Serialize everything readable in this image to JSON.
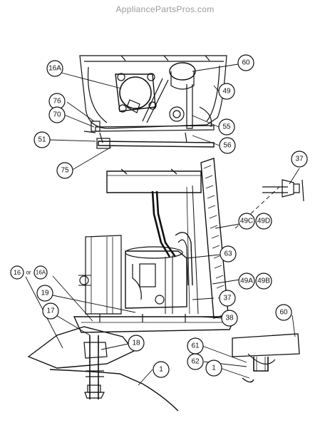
{
  "watermark": "AppliancePartsPros.com",
  "labels": {
    "l16a_top": "16A",
    "l60_top": "60",
    "l49": "49",
    "l76": "76",
    "l70": "70",
    "l55": "55",
    "l51": "51",
    "l56": "56",
    "l75": "75",
    "l37_right": "37",
    "l49c": "49C",
    "l49d": "49D",
    "l63": "63",
    "l16": "16",
    "l_or": "or",
    "l16a_left": "16A",
    "l49a": "49A",
    "l49b": "49B",
    "l19": "19",
    "l37_bottom": "37",
    "l38": "38",
    "l17": "17",
    "l18": "18",
    "l60_bottom": "60",
    "l61": "61",
    "l62": "62",
    "l1_right": "1",
    "l1_center": "1"
  }
}
